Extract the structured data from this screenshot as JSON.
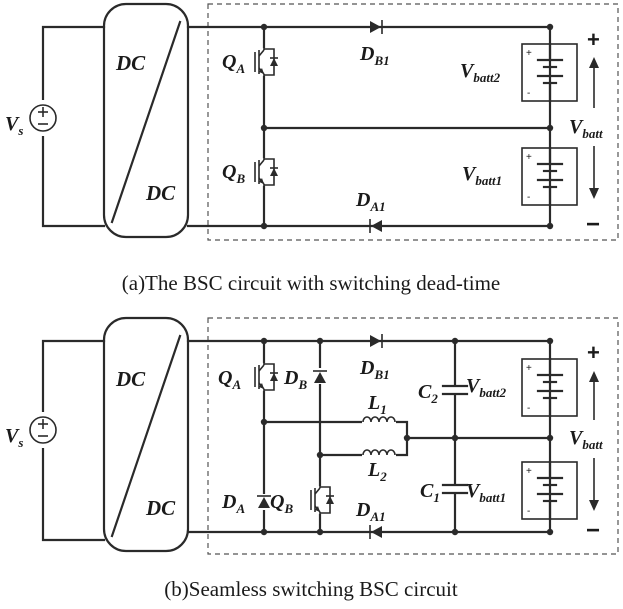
{
  "diagram_a": {
    "converter_top": "DC",
    "converter_bottom": "DC",
    "source": "V",
    "source_sub": "s",
    "switch_a": "Q",
    "switch_a_sub": "A",
    "switch_b": "Q",
    "switch_b_sub": "B",
    "diode_b1": "D",
    "diode_b1_sub": "B1",
    "diode_a1": "D",
    "diode_a1_sub": "A1",
    "batt2": "V",
    "batt2_sub": "batt2",
    "batt1": "V",
    "batt1_sub": "batt1",
    "vbatt": "V",
    "vbatt_sub": "batt",
    "plus": "+",
    "minus": "−",
    "caption": "(a)The BSC circuit with switching dead-time"
  },
  "diagram_b": {
    "converter_top": "DC",
    "converter_bottom": "DC",
    "source": "V",
    "source_sub": "s",
    "switch_a": "Q",
    "switch_a_sub": "A",
    "diode_b": "D",
    "diode_b_sub": "B",
    "diode_a": "D",
    "diode_a_sub": "A",
    "switch_b": "Q",
    "switch_b_sub": "B",
    "diode_b1": "D",
    "diode_b1_sub": "B1",
    "diode_a1": "D",
    "diode_a1_sub": "A1",
    "inductor_1": "L",
    "inductor_1_sub": "1",
    "inductor_2": "L",
    "inductor_2_sub": "2",
    "cap_2": "C",
    "cap_2_sub": "2",
    "cap_1": "C",
    "cap_1_sub": "1",
    "batt2": "V",
    "batt2_sub": "batt2",
    "batt1": "V",
    "batt1_sub": "batt1",
    "vbatt": "V",
    "vbatt_sub": "batt",
    "plus": "+",
    "minus": "−",
    "caption": "(b)Seamless switching BSC circuit"
  },
  "symbols": {
    "cell_plus": "+",
    "cell_minus": "-"
  }
}
